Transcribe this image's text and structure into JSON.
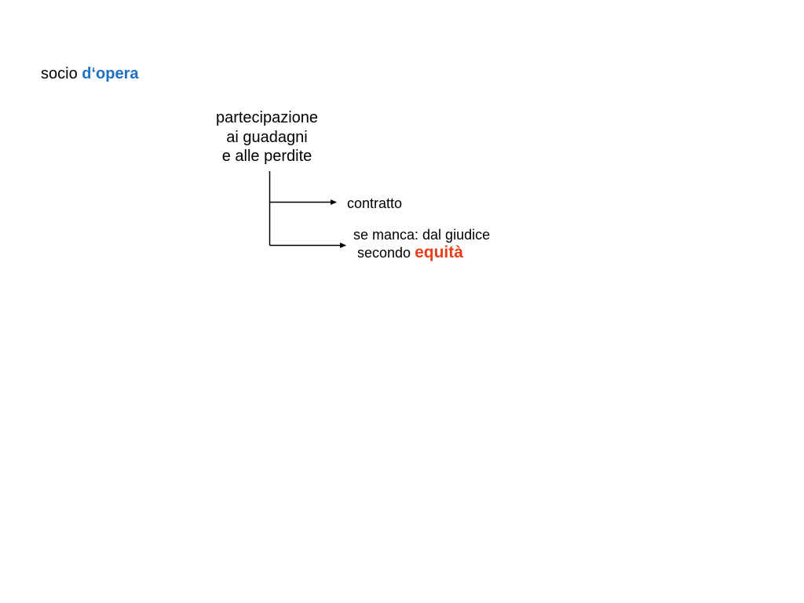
{
  "title": {
    "prefix": "socio ",
    "accent": "d‘opera"
  },
  "root": {
    "lines": [
      "partecipazione",
      "ai guadagni",
      "e alle perdite"
    ]
  },
  "branches": [
    {
      "text": "contratto"
    },
    {
      "line1": "se manca: dal giudice",
      "line2_prefix": "secondo ",
      "line2_emph": "equità"
    }
  ],
  "colors": {
    "title_accent": "#1f6fc5",
    "emphasis": "#e8401c",
    "connector": "#000000"
  }
}
